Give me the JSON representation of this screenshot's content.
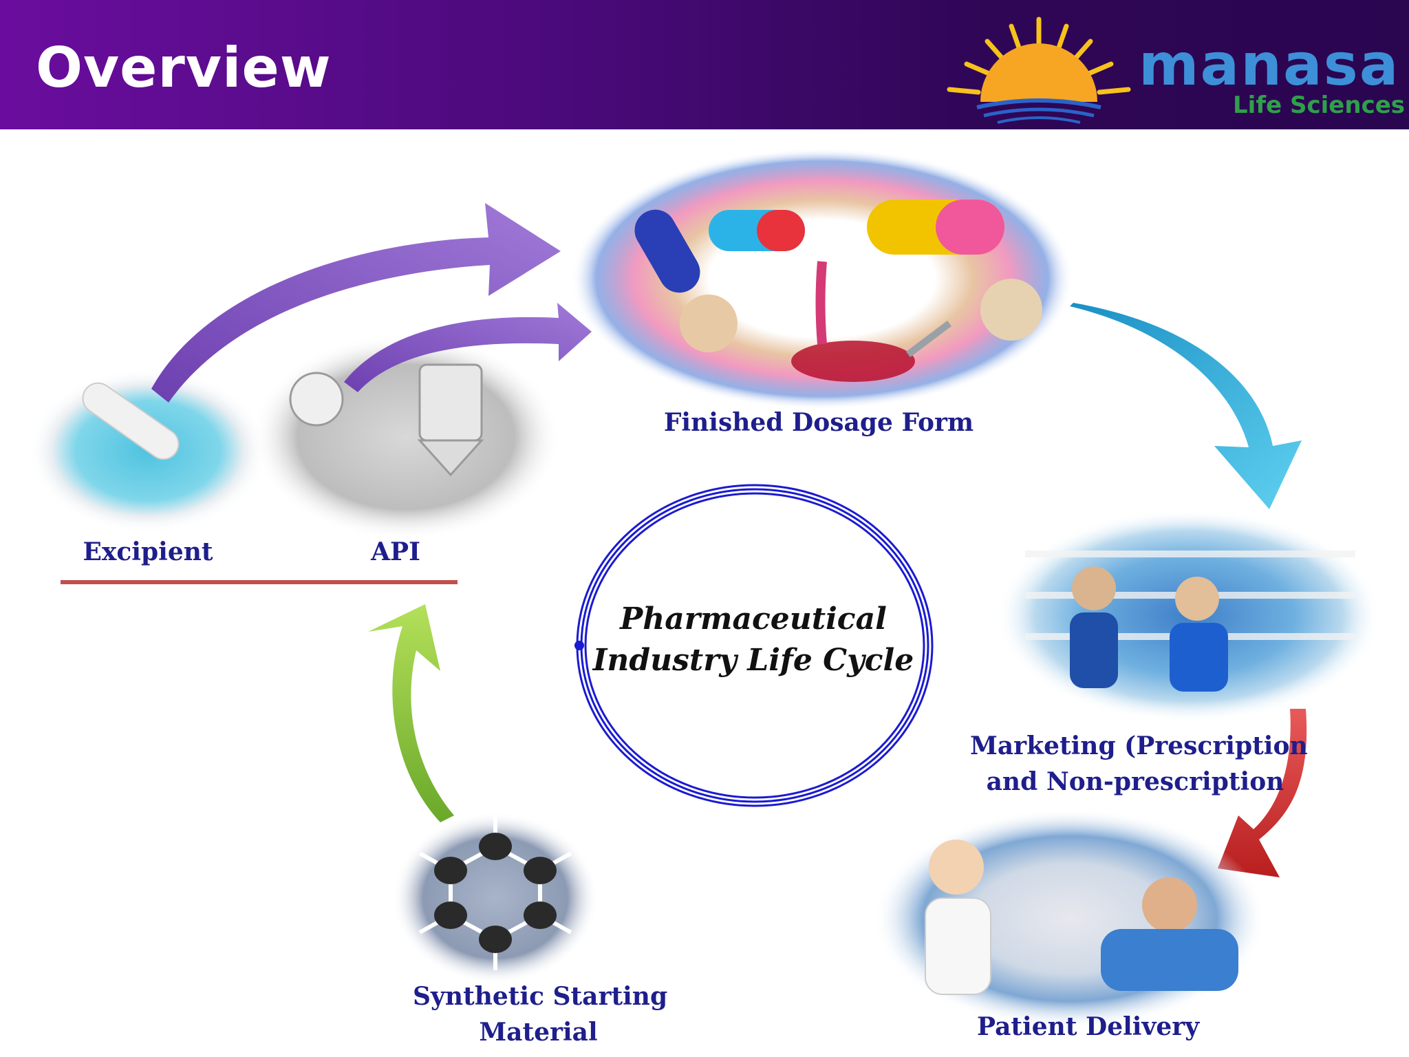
{
  "header": {
    "title": "Overview",
    "brand": {
      "name": "manasa",
      "subtitle": "Life Sciences"
    }
  },
  "diagram": {
    "center": [
      "Pharmaceutical",
      "Industry Life Cycle"
    ],
    "nodes": {
      "finished": "Finished Dosage Form",
      "excipient": "Excipient",
      "api": "API",
      "marketing": [
        "Marketing (Prescription",
        "and Non-prescription"
      ],
      "patient": "Patient Delivery",
      "synthetic": [
        "Synthetic Starting",
        "Material"
      ]
    }
  },
  "colors": {
    "header_start": "#6a0d9e",
    "header_end": "#2a0550",
    "label_text": "#1e1e8c",
    "arrow_purple": "#8a5cc7",
    "arrow_blue": "#2aa8d6",
    "arrow_red": "#d83a3a",
    "arrow_green": "#8cc63f",
    "underline": "#c0504d",
    "ring": "#1a1ad0"
  }
}
